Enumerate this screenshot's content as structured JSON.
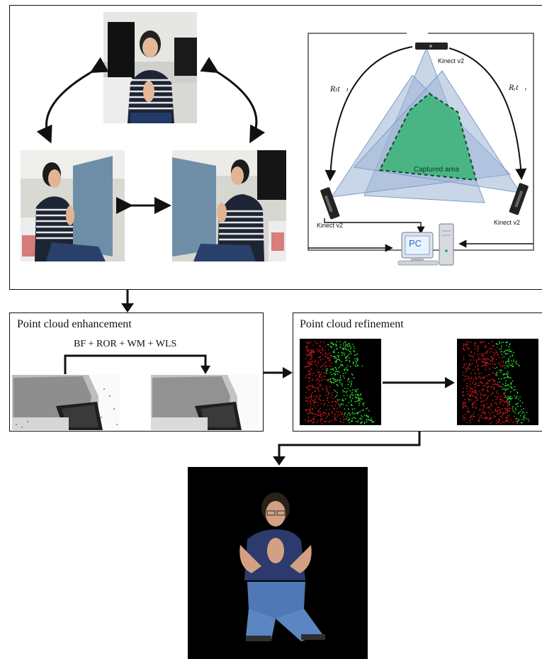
{
  "top_panel": {
    "kinect_top_label": "Kinect v2",
    "kinect_left_label": "Kinect v2",
    "kinect_right_label": "Kinect v2",
    "captured_area_label": "Captured area",
    "pc_label": "PC",
    "left_transform_label": "Rₗt⃗ₗ",
    "right_transform_label": "Rᵣt⃗ᵣ"
  },
  "enhancement_panel": {
    "title": "Point cloud enhancement",
    "filters_label": "BF + ROR + WM + WLS"
  },
  "refinement_panel": {
    "title": "Point cloud refinement"
  },
  "colors": {
    "frustum_blue": "#9db5d6",
    "captured_green": "#3fb57a",
    "point_red": "#cc1a1a",
    "point_green": "#2fd42f"
  }
}
